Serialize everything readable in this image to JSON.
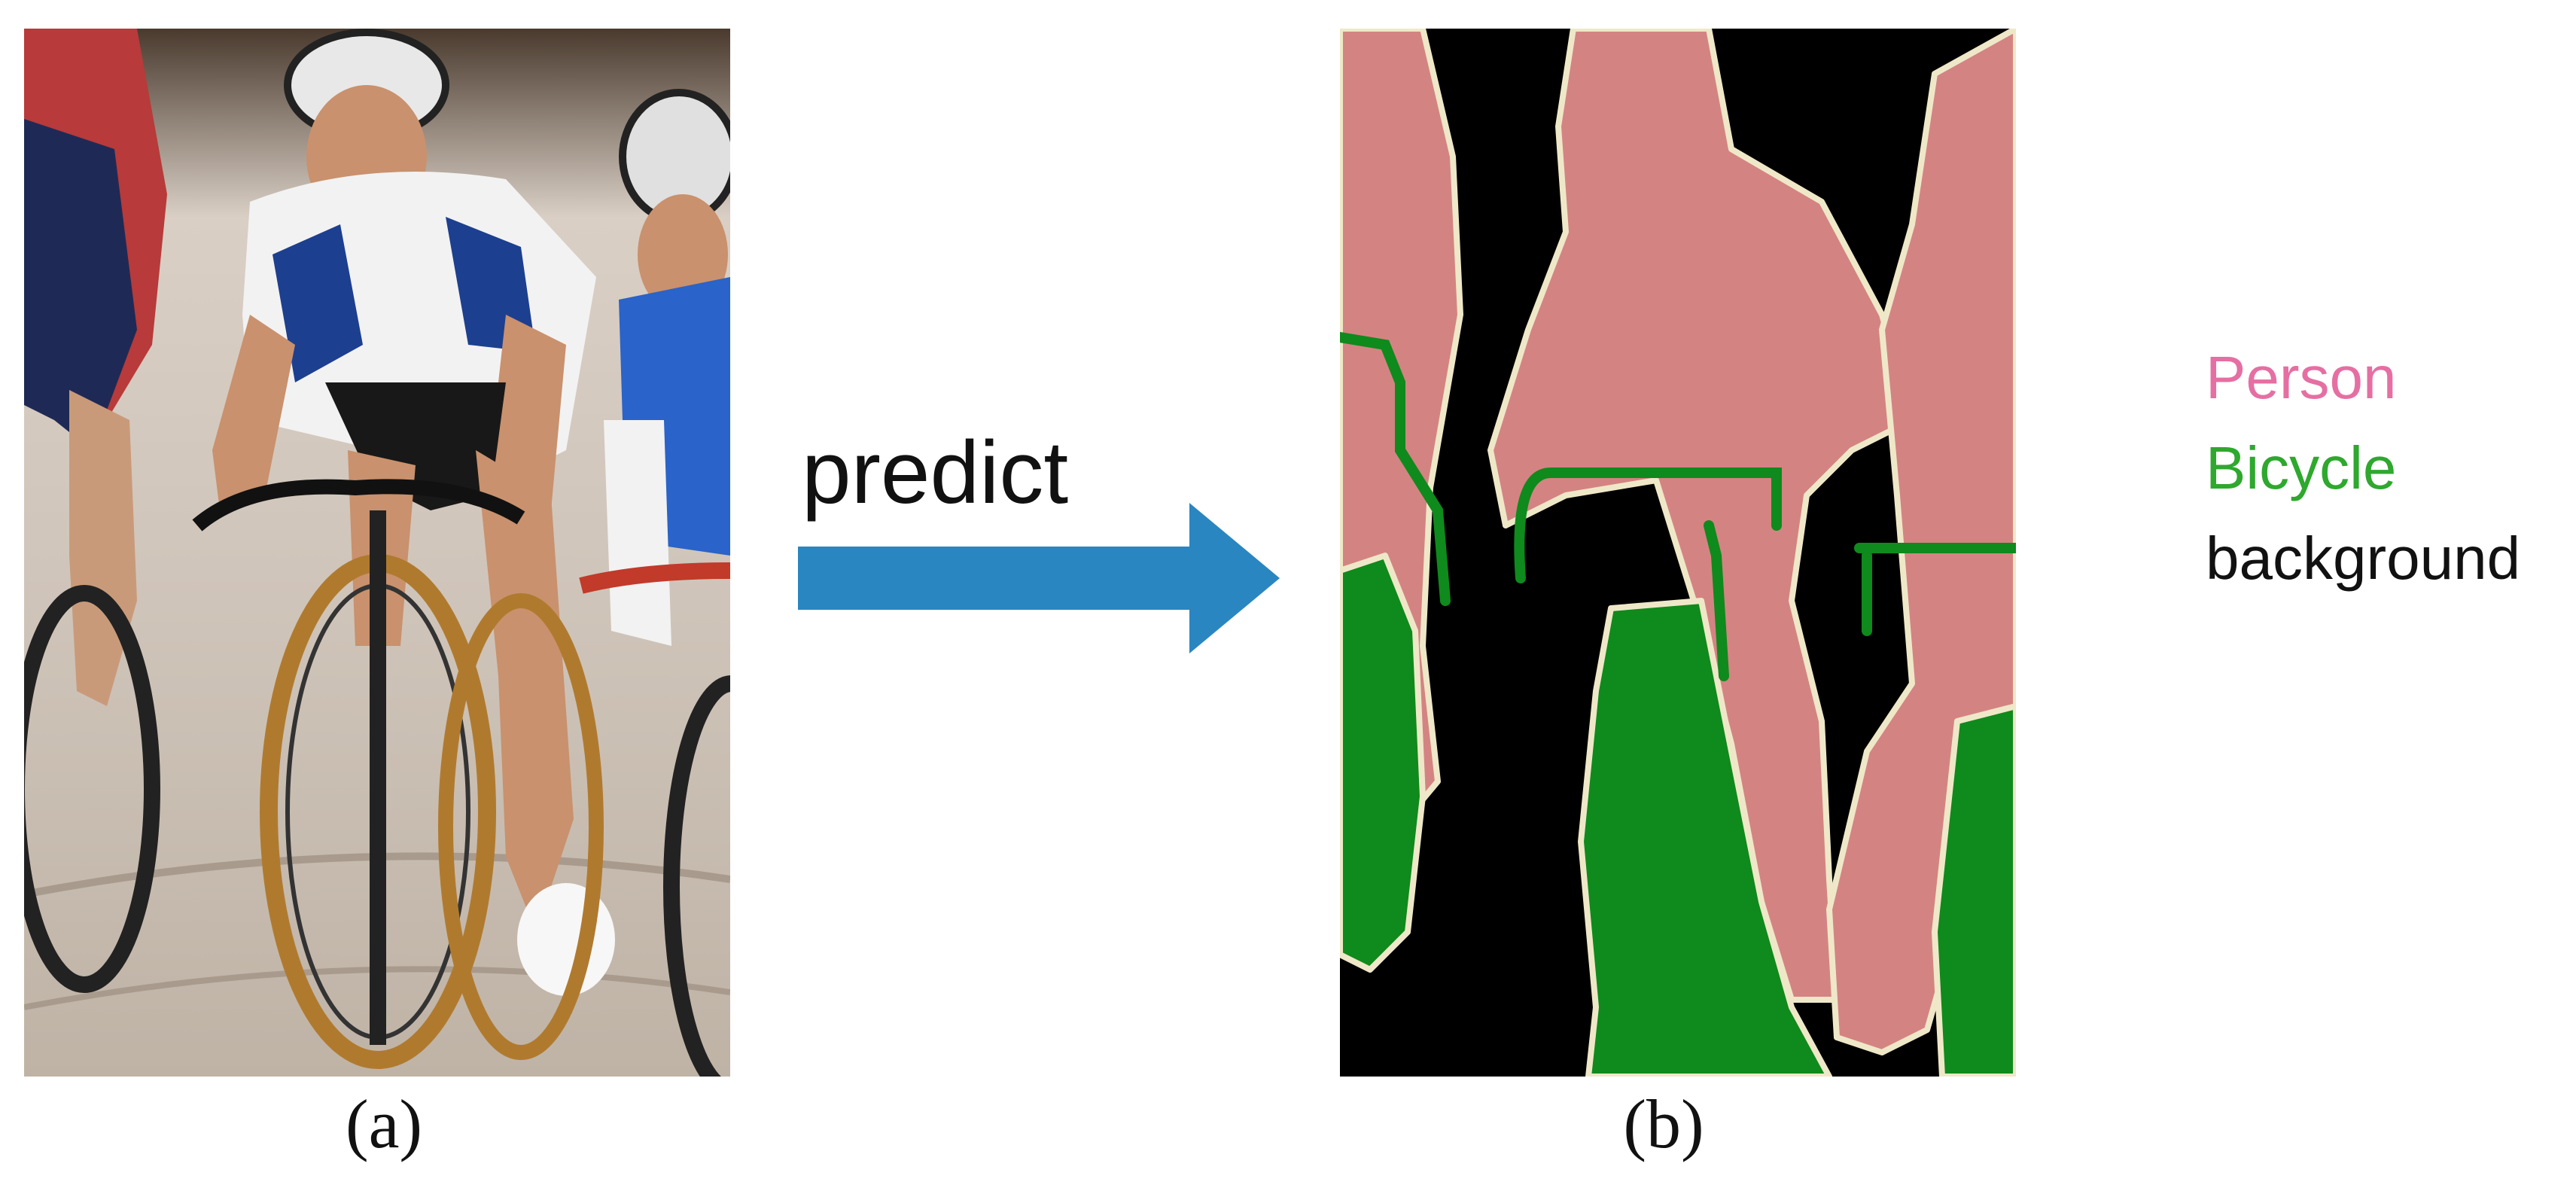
{
  "captions": {
    "a": "(a)",
    "b": "(b)"
  },
  "arrow": {
    "label": "predict",
    "color": "#2a86c0"
  },
  "legend": [
    {
      "label": "Person",
      "color": "#e56fa3"
    },
    {
      "label": "Bicycle",
      "color": "#2ea82e"
    },
    {
      "label": "background",
      "color": "#111111"
    }
  ],
  "segmentation_colors": {
    "person": "#d48383",
    "bicycle": "#0f8a1c",
    "background": "#000000",
    "boundary": "#efe8c8"
  }
}
